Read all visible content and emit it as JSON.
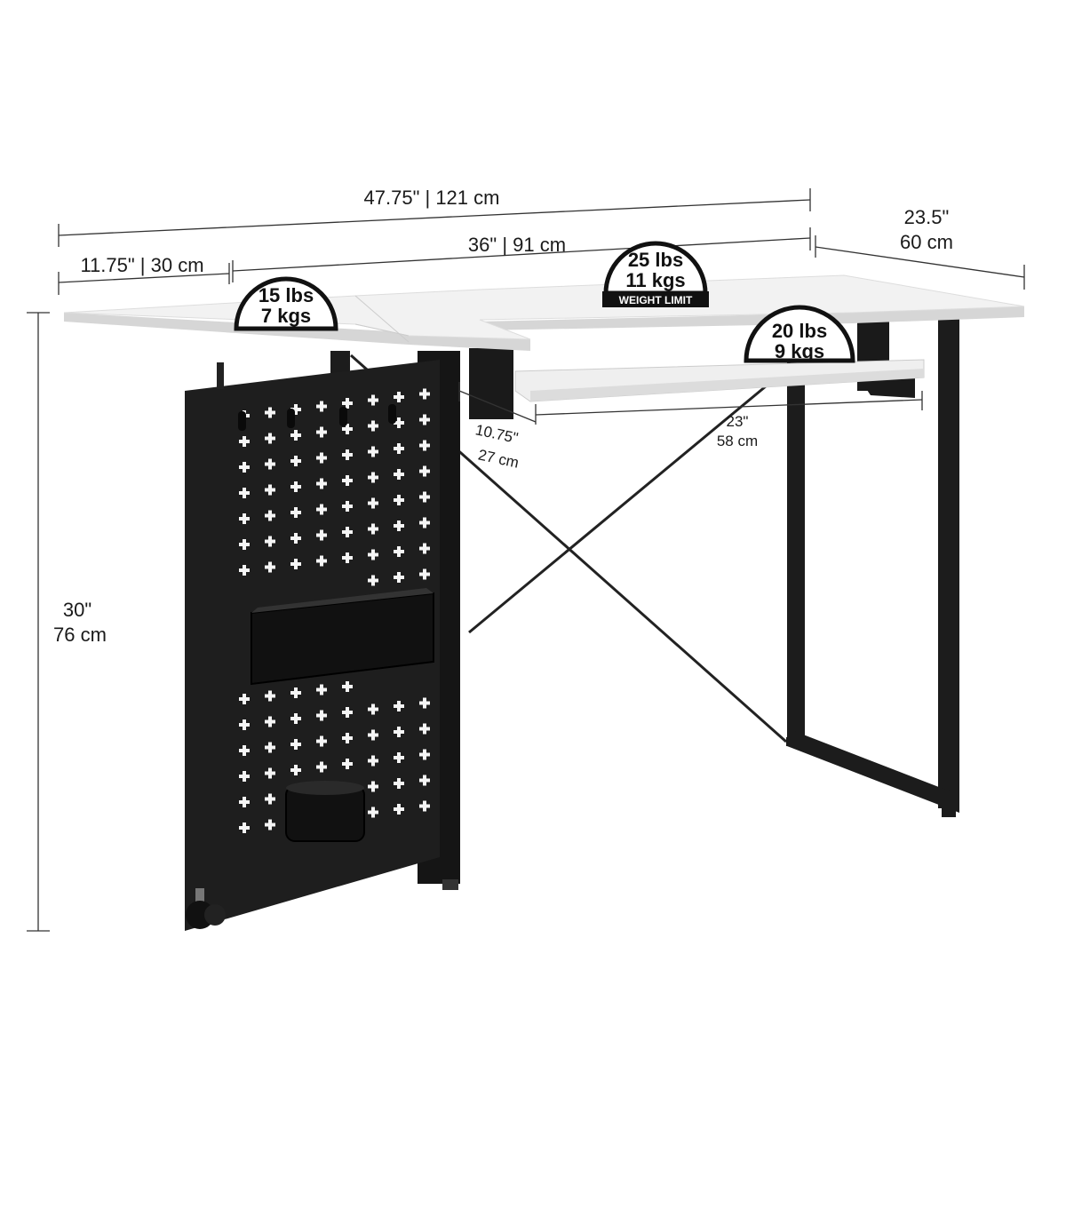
{
  "dimensions": {
    "overall_width": "47.75\" | 121 cm",
    "main_width": "36\" | 91 cm",
    "leaf_width": "11.75\" | 30 cm",
    "depth_in": "23.5\"",
    "depth_cm": "60 cm",
    "height_in": "30\"",
    "height_cm": "76 cm",
    "tray_depth_in": "10.75\"",
    "tray_depth_cm": "27 cm",
    "tray_width_in": "23\"",
    "tray_width_cm": "58 cm"
  },
  "weight_badges": {
    "leaf": {
      "lbs": "15 lbs",
      "kgs": "7 kgs"
    },
    "top": {
      "lbs": "25 lbs",
      "kgs": "11 kgs",
      "caption": "WEIGHT LIMIT"
    },
    "tray": {
      "lbs": "20 lbs",
      "kgs": "9 kgs"
    }
  },
  "colors": {
    "frame": "#1c1c1c",
    "top": "#f2f2f2",
    "edge": "#d9d9d9"
  }
}
